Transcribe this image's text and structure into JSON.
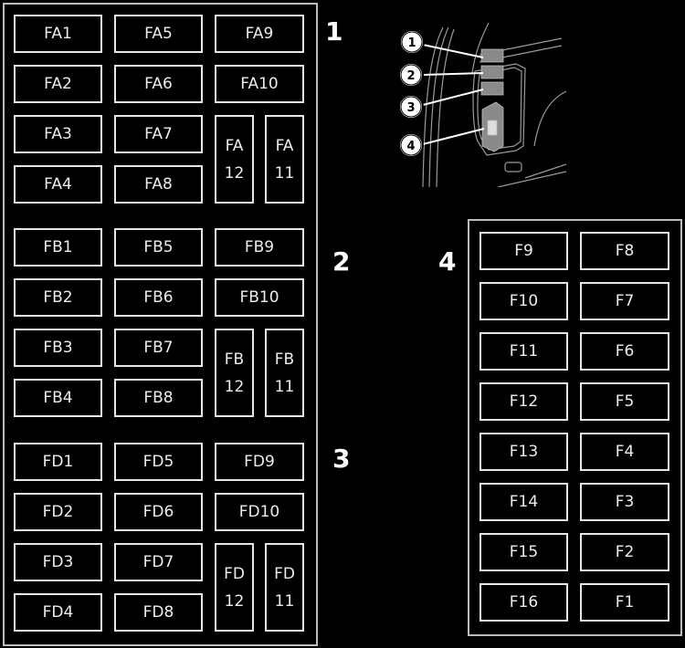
{
  "section_labels": [
    "1",
    "2",
    "3",
    "4"
  ],
  "callouts": [
    "1",
    "2",
    "3",
    "4"
  ],
  "block_1": {
    "col1": [
      "FA1",
      "FA2",
      "FA3",
      "FA4"
    ],
    "col2": [
      "FA5",
      "FA6",
      "FA7",
      "FA8"
    ],
    "col3_wide": [
      "FA9",
      "FA10"
    ],
    "tall": [
      {
        "line1": "FA",
        "line2": "12"
      },
      {
        "line1": "FA",
        "line2": "11"
      }
    ]
  },
  "block_2": {
    "col1": [
      "FB1",
      "FB2",
      "FB3",
      "FB4"
    ],
    "col2": [
      "FB5",
      "FB6",
      "FB7",
      "FB8"
    ],
    "col3_wide": [
      "FB9",
      "FB10"
    ],
    "tall": [
      {
        "line1": "FB",
        "line2": "12"
      },
      {
        "line1": "FB",
        "line2": "11"
      }
    ]
  },
  "block_3": {
    "col1": [
      "FD1",
      "FD2",
      "FD3",
      "FD4"
    ],
    "col2": [
      "FD5",
      "FD6",
      "FD7",
      "FD8"
    ],
    "col3_wide": [
      "FD9",
      "FD10"
    ],
    "tall": [
      {
        "line1": "FD",
        "line2": "12"
      },
      {
        "line1": "FD",
        "line2": "11"
      }
    ]
  },
  "block_4": {
    "left": [
      "F9",
      "F10",
      "F11",
      "F12",
      "F13",
      "F14",
      "F15",
      "F16"
    ],
    "right": [
      "F8",
      "F7",
      "F6",
      "F5",
      "F4",
      "F3",
      "F2",
      "F1"
    ]
  }
}
